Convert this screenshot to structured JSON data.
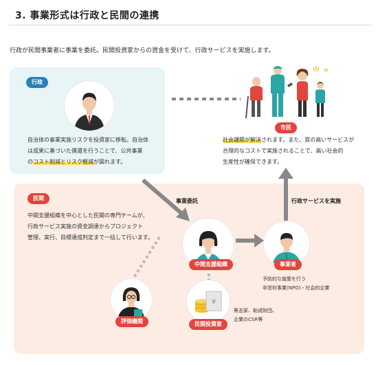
{
  "section": {
    "title": "3. 事業形式は行政と民間の連携",
    "intro": "行政が民間事業者に事業を委託。民間投資家からの資金を受けて、行政サービスを実施します。"
  },
  "government": {
    "tag": "行政",
    "text_1": "自治体の事業実施リスクを投資家に移転。自治体",
    "text_2": "は成果に基づいた償還を行うことで、公共事業",
    "text_3a": "の",
    "text_3b": "コスト削減とリスク軽減",
    "text_3c": "が図れます。"
  },
  "citizens": {
    "tag": "市民",
    "text_1a": "社会課題が解決",
    "text_1b": "されます。また、質の高いサービスが",
    "text_2": "合理的なコストで実施されることで、高い社会的",
    "text_3": "生産性が確保できます。"
  },
  "private": {
    "tag": "民間",
    "text_1": "中間支援組織を中心とした民間の専門チームが、",
    "text_2": "行政サービス実施の資金調達からプロジェクト",
    "text_3": "管理、実行、目標達成判定まで一括して行います。"
  },
  "labels": {
    "commission": "事業委託",
    "service": "行政サービスを実施"
  },
  "nodes": {
    "intermediary": "中間支援組織",
    "operator": "事業者",
    "evaluator": "評価機関",
    "investor": "民間投資家"
  },
  "notes": {
    "operator_1": "予防的な施策を行う",
    "operator_2": "非営利事業(NPO)・社会的企業",
    "investor_1": "篤志家、助成財団、",
    "investor_2": "企業のCSR等"
  },
  "colors": {
    "gov_panel": "#e8f4f5",
    "private_panel": "#fcece4",
    "gov_tag": "#2a7fb8",
    "red_tag": "#e2453c",
    "highlight": "#fbe35a",
    "arrow": "#888888",
    "teal": "#2aa5a8"
  }
}
